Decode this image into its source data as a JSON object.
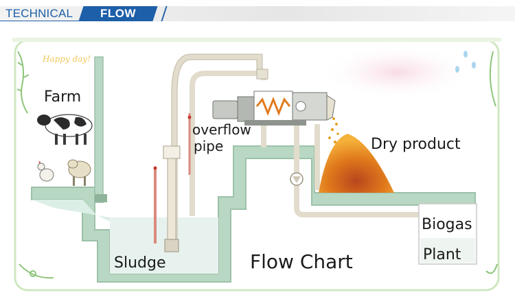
{
  "header": {
    "tab_technical": "TECHNICAL",
    "tab_flow": "FLOW"
  },
  "diagram": {
    "decor_text": "Happy day!",
    "labels": {
      "farm": "Farm",
      "overflow_line1": "overflow",
      "overflow_line2": "pipe",
      "dry_product": "Dry product",
      "biogas_line1": "Biogas",
      "biogas_line2": "Plant",
      "sludge": "Sludge",
      "flow_chart": "Flow Chart"
    },
    "colors": {
      "header_accent": "#1d5fa8",
      "wall_fill": "#b9d8c4",
      "wall_stroke": "#9cc1a9",
      "water": "#e7f2ee",
      "pipe": "#e7e1d2",
      "dry_product": "#e8841c",
      "red_pipe": "#d98a7f"
    }
  }
}
